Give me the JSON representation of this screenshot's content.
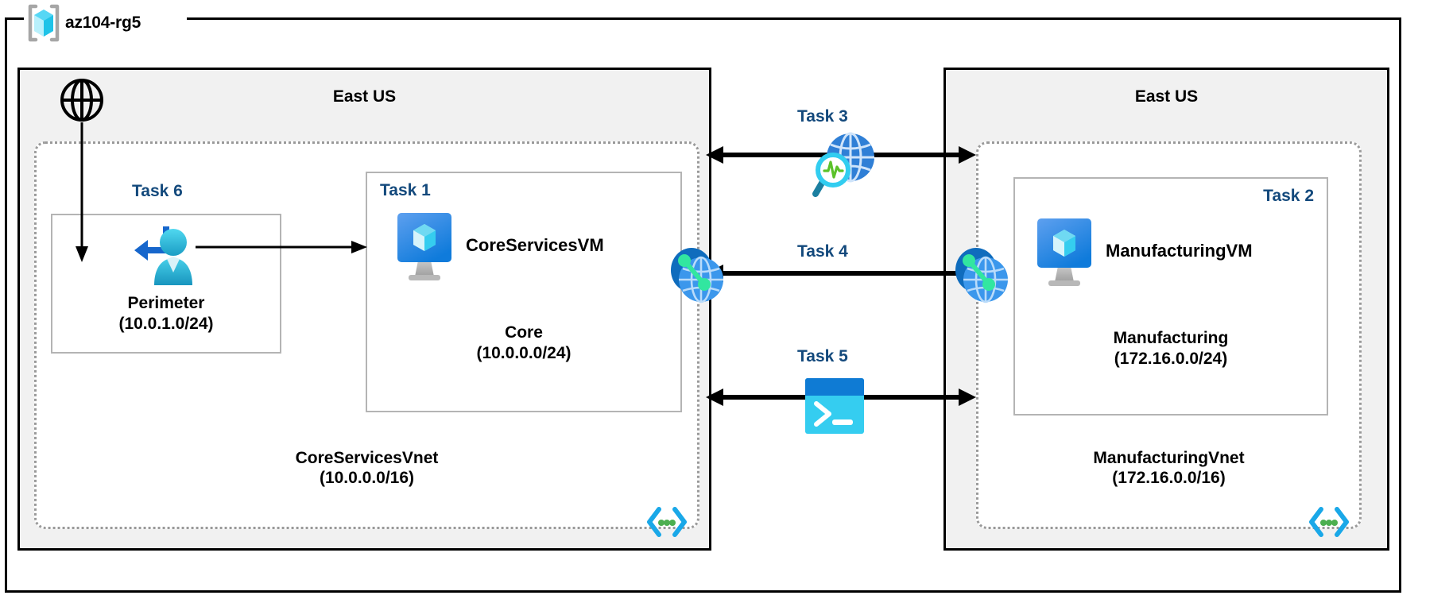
{
  "resource_group": {
    "name": "az104-rg5",
    "icon": "azure-resource-group-icon"
  },
  "colors": {
    "task_label": "#13497c",
    "region_fill": "#f1f1f1",
    "vnet_border": "#9a9a9a",
    "subnet_border": "#b4b4b4",
    "frame": "#000000",
    "azure_blue": "#0078d4",
    "azure_cyan": "#32bedd",
    "peering_dot_green": "#32e6a0"
  },
  "regions": [
    {
      "id": "left",
      "label": "East US"
    },
    {
      "id": "right",
      "label": "East US"
    }
  ],
  "internet": {
    "icon": "globe-icon",
    "label": ""
  },
  "vnets": [
    {
      "id": "core",
      "name": "CoreServicesVnet",
      "cidr": "(10.0.0.0/16)",
      "corner_icon": "vnet-code-brackets-icon"
    },
    {
      "id": "manufacturing",
      "name": "ManufacturingVnet",
      "cidr": "(172.16.0.0/16)",
      "corner_icon": "vnet-code-brackets-icon"
    }
  ],
  "subnets": [
    {
      "id": "perimeter",
      "task": "Task 6",
      "name": "Perimeter",
      "cidr": "(10.0.1.0/24)",
      "icon": "azure-bastion-user-icon"
    },
    {
      "id": "core",
      "task": "Task 1",
      "name": "Core",
      "cidr": "(10.0.0.0/24)",
      "vm_name": "CoreServicesVM",
      "icon": "virtual-machine-icon"
    },
    {
      "id": "manufacturing",
      "task": "Task 2",
      "name": "Manufacturing",
      "cidr": "(172.16.0.0/24)",
      "vm_name": "ManufacturingVM",
      "icon": "virtual-machine-icon"
    }
  ],
  "connections": [
    {
      "id": "task3",
      "label": "Task 3",
      "icon": "network-watcher-icon",
      "arrow": "bidirectional"
    },
    {
      "id": "task4",
      "label": "Task 4",
      "icon": "vnet-peering-icon",
      "arrow": "bidirectional"
    },
    {
      "id": "task5",
      "label": "Task 5",
      "icon": "cloud-shell-console-icon",
      "arrow": "bidirectional"
    }
  ],
  "peering_endpoints": [
    {
      "id": "core-peering",
      "icon": "vnet-peering-icon"
    },
    {
      "id": "manufacturing-peering",
      "icon": "vnet-peering-icon"
    }
  ]
}
